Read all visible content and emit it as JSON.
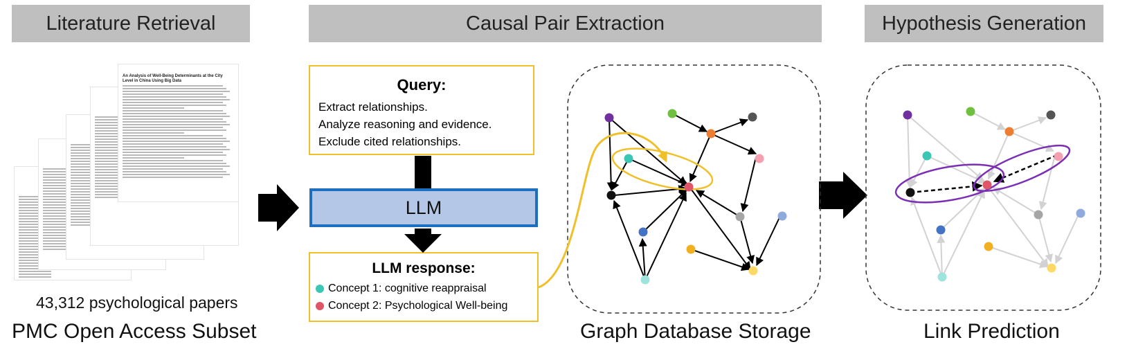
{
  "stages": {
    "retrieval": "Literature Retrieval",
    "extraction": "Causal Pair Extraction",
    "generation": "Hypothesis Generation"
  },
  "retrieval": {
    "paper_title": "An Analysis of Well-Being Determinants at the City Level in China Using Big Data",
    "paper_count": "43,312 psychological papers",
    "source": "PMC Open Access Subset"
  },
  "query": {
    "title": "Query:",
    "lines": [
      "Extract relationships.",
      "Analyze reasoning and evidence.",
      "Exclude cited relationships."
    ]
  },
  "llm_label": "LLM",
  "response": {
    "title": "LLM response:",
    "concept1": "Concept 1: cognitive reappraisal",
    "concept2": "Concept 2: Psychological Well-being",
    "concept1_color": "#3cc6b6",
    "concept2_color": "#e05567"
  },
  "graph_caption": "Graph Database Storage",
  "link_caption": "Link Prediction",
  "colors": {
    "header_bg": "#bfbfbf",
    "query_border": "#f0c02a",
    "llm_fill": "#b4c7e7",
    "llm_border": "#1f6fc0",
    "ellipse_purple": "#7b2fb5"
  }
}
